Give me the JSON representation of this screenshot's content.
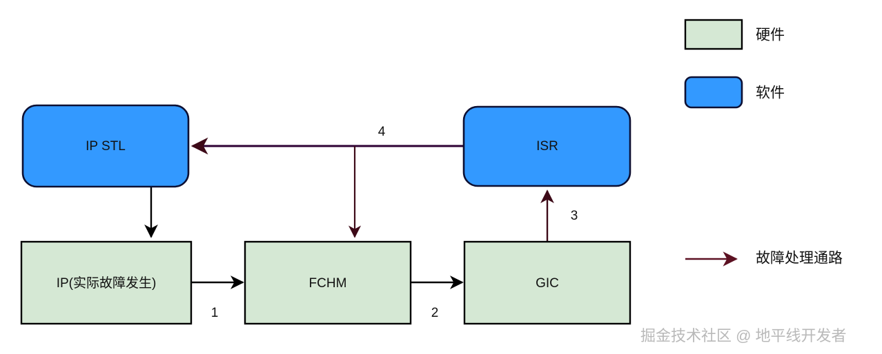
{
  "diagram": {
    "title": "",
    "colors": {
      "hardware_fill": "#d5e8d4",
      "hardware_stroke": "#000000",
      "software_fill": "#3399ff",
      "software_stroke": "#0d1033",
      "fault_path_stroke": "#2d0033",
      "normal_stroke": "#000000",
      "background": "#ffffff",
      "watermark": "#b9b9b9"
    },
    "nodes": [
      {
        "id": "ip-stl",
        "label": "IP STL",
        "kind": "software",
        "shape": "rounded-rect"
      },
      {
        "id": "isr",
        "label": "ISR",
        "kind": "software",
        "shape": "rounded-rect"
      },
      {
        "id": "ip-fault",
        "label": "IP(实际故障发生)",
        "kind": "hardware",
        "shape": "rect"
      },
      {
        "id": "fchm",
        "label": "FCHM",
        "kind": "hardware",
        "shape": "rect"
      },
      {
        "id": "gic",
        "label": "GIC",
        "kind": "hardware",
        "shape": "rect"
      }
    ],
    "edges": [
      {
        "id": "e-ipstl-ipfault",
        "from": "ip-stl",
        "to": "ip-fault",
        "label": "",
        "style": "normal"
      },
      {
        "id": "e-ipfault-fchm",
        "from": "ip-fault",
        "to": "fchm",
        "label": "1",
        "style": "normal"
      },
      {
        "id": "e-fchm-gic",
        "from": "fchm",
        "to": "gic",
        "label": "2",
        "style": "normal"
      },
      {
        "id": "e-gic-isr",
        "from": "gic",
        "to": "isr",
        "label": "3",
        "style": "fault-path"
      },
      {
        "id": "e-isr-ipstl",
        "from": "isr",
        "to": "ip-stl",
        "label": "4",
        "style": "fault-path"
      },
      {
        "id": "e-isr-fchm",
        "from": "isr",
        "to": "fchm",
        "label": "",
        "style": "fault-path"
      }
    ]
  },
  "legend": {
    "items": [
      {
        "id": "legend-hardware",
        "swatch": "rect",
        "label": "硬件"
      },
      {
        "id": "legend-software",
        "swatch": "rounded-rect",
        "label": "软件"
      },
      {
        "id": "legend-fault",
        "swatch": "arrow",
        "label": "故障处理通路"
      }
    ]
  },
  "watermark": {
    "text": "掘金技术社区 @ 地平线开发者"
  }
}
